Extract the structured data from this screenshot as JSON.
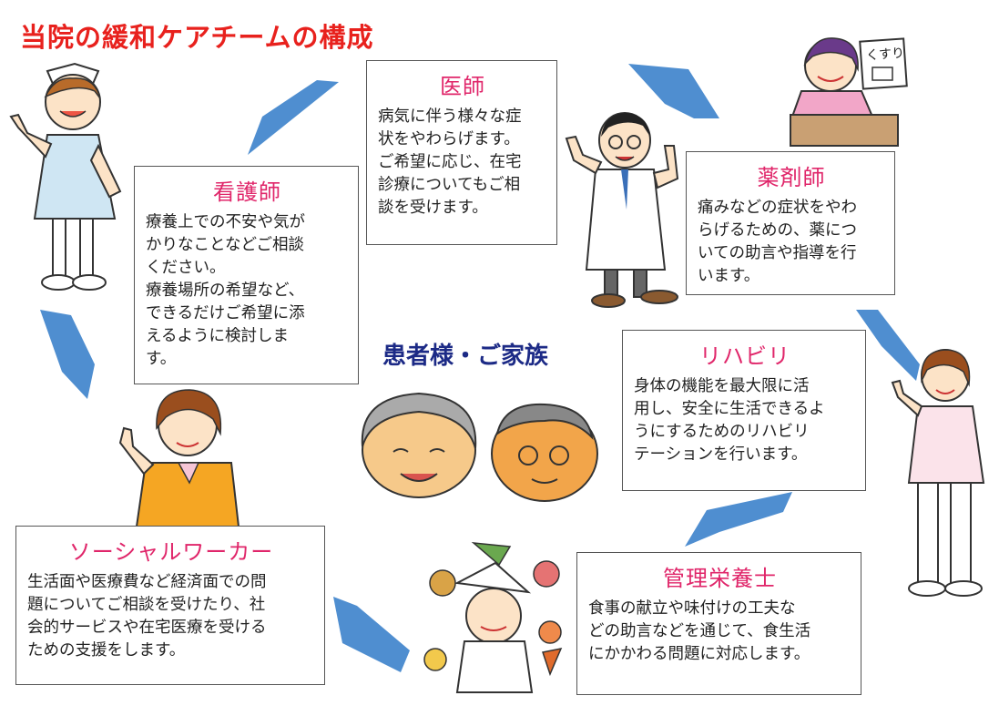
{
  "title": "当院の緩和ケアチームの構成",
  "center": "患者様・ご家族",
  "medicine_sign": "くすり",
  "roles": {
    "doctor": {
      "name": "医師",
      "lines": [
        "病気に伴う様々な症",
        "状をやわらげます。",
        "ご希望に応じ、在宅",
        "診療についてもご相",
        "談を受けます。"
      ]
    },
    "nurse": {
      "name": "看護師",
      "lines": [
        "療養上での不安や気が",
        "かりなことなどご相談",
        "ください。",
        "療養場所の希望など、",
        "できるだけご希望に添",
        "えるように検討しま",
        "す。"
      ]
    },
    "pharmacist": {
      "name": "薬剤師",
      "lines": [
        "痛みなどの症状をやわ",
        "らげるための、薬につ",
        "いての助言や指導を行",
        "います。"
      ]
    },
    "rehab": {
      "name": "リハビリ",
      "lines": [
        "身体の機能を最大限に活",
        "用し、安全に生活できるよ",
        "うにするためのリハビリ",
        "テーションを行います。"
      ]
    },
    "social": {
      "name": "ソーシャルワーカー",
      "lines": [
        "生活面や医療費など経済面での問",
        "題についてご相談を受けたり、社",
        "会的サービスや在宅医療を受ける",
        "ための支援をします。"
      ]
    },
    "dietitian": {
      "name": "管理栄養士",
      "lines": [
        "食事の献立や味付けの工夫な",
        "どの助言などを通じて、食生活",
        "にかかわる問題に対応します。"
      ]
    }
  },
  "colors": {
    "title": "#e8211d",
    "heading": "#e0266a",
    "center": "#1c2a86",
    "arrow": "#4f8ed0"
  }
}
